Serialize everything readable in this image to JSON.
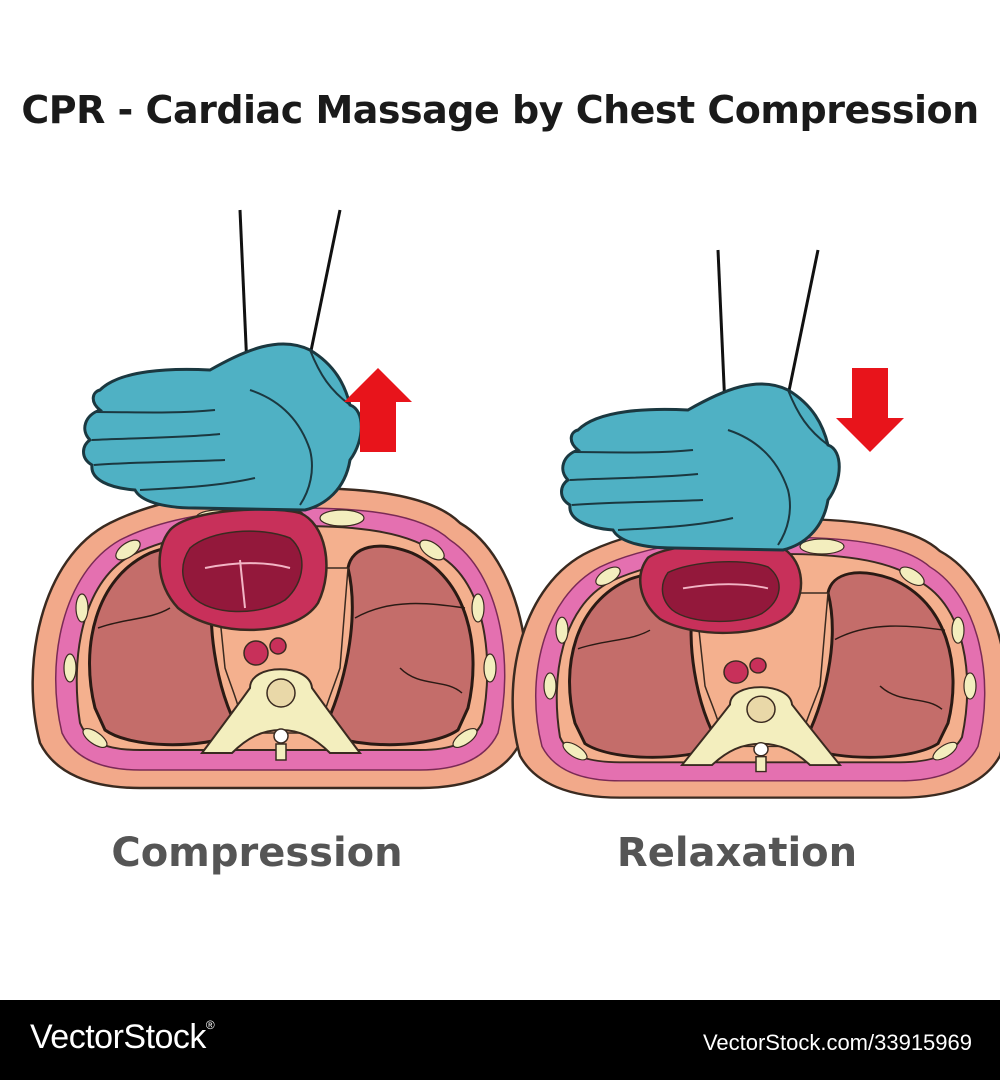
{
  "title": "CPR - Cardiac Massage by Chest Compression",
  "panels": [
    {
      "label": "Compression",
      "arrow": "up"
    },
    {
      "label": "Relaxation",
      "arrow": "down"
    }
  ],
  "footer": {
    "brand": "VectorStock",
    "trademark": "®",
    "url": "VectorStock.com/33915969"
  },
  "colors": {
    "glove": "#4fb1c4",
    "arrow": "#e8141b",
    "skin": "#f2a98a",
    "muscle": "#e470b0",
    "lung": "#c46d6a",
    "heart": "#c8305a",
    "heart_inner": "#93183b",
    "bone": "#f3eebe"
  }
}
